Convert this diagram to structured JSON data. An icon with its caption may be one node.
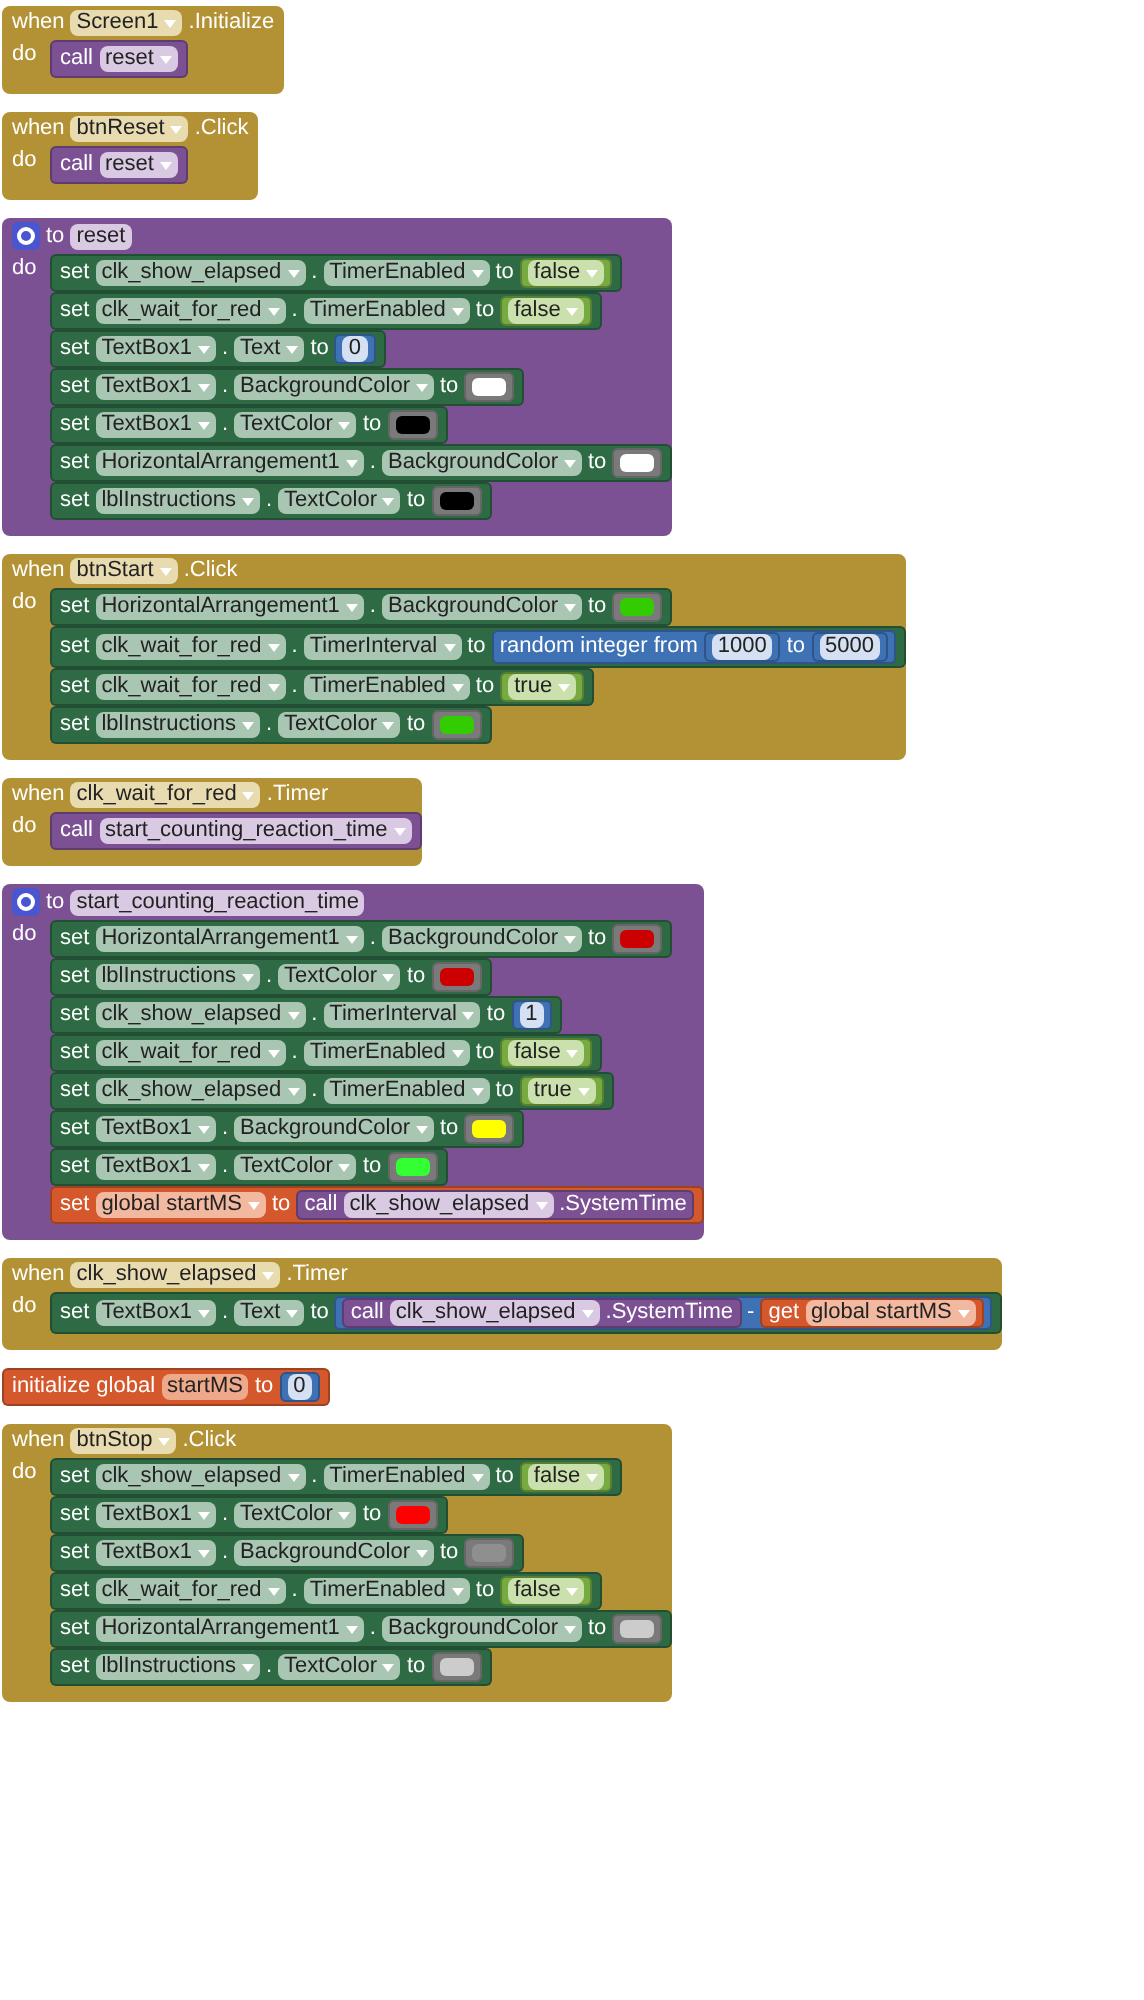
{
  "diagram": {
    "nodes": [
      {
        "text": [
          "when",
          "Screen1",
          ".Initialize",
          "do"
        ]
      },
      {
        "text": [
          "call",
          "reset"
        ],
        "in": 0
      },
      {
        "text": [
          "when",
          "btnReset",
          ".Click",
          "do"
        ]
      },
      {
        "text": [
          "call",
          "reset"
        ],
        "in": 2
      },
      {
        "text": [
          "to",
          "reset",
          "do"
        ]
      },
      {
        "text": [
          "set",
          "clk_show_elapsed",
          ".",
          "TimerEnabled",
          "to"
        ],
        "in": 4
      },
      {
        "text": [
          "false"
        ],
        "in": 5
      },
      {
        "text": [
          "set",
          "clk_wait_for_red",
          ".",
          "TimerEnabled",
          "to"
        ],
        "in": 4
      },
      {
        "text": [
          "false"
        ],
        "in": 7
      },
      {
        "text": [
          "set",
          "TextBox1",
          ".",
          "Text",
          "to"
        ],
        "in": 4
      },
      {
        "text": [
          "0"
        ],
        "in": 9
      },
      {
        "text": [
          "set",
          "TextBox1",
          ".",
          "BackgroundColor",
          "to"
        ],
        "in": 4
      },
      {
        "text": [],
        "shape": "box",
        "in": 11
      },
      {
        "text": [
          "set",
          "TextBox1",
          ".",
          "TextColor",
          "to"
        ],
        "in": 4
      },
      {
        "text": [],
        "shape": "box",
        "in": 13
      },
      {
        "text": [
          "set",
          "HorizontalArrangement1",
          ".",
          "BackgroundColor",
          "to"
        ],
        "in": 4
      },
      {
        "text": [],
        "shape": "box",
        "in": 15
      },
      {
        "text": [
          "set",
          "lblInstructions",
          ".",
          "TextColor",
          "to"
        ],
        "in": 4
      },
      {
        "text": [],
        "shape": "box",
        "in": 17
      },
      {
        "text": [
          "when",
          "btnStart",
          ".Click",
          "do"
        ]
      },
      {
        "text": [
          "set",
          "HorizontalArrangement1",
          ".",
          "BackgroundColor",
          "to"
        ],
        "in": 19
      },
      {
        "text": [],
        "shape": "box",
        "in": 20
      },
      {
        "text": [
          "set",
          "clk_wait_for_red",
          ".",
          "TimerInterval",
          "to"
        ],
        "in": 19
      },
      {
        "text": [
          "random integer from",
          "to"
        ],
        "in": 22
      },
      {
        "text": [
          "1000"
        ],
        "in": 23
      },
      {
        "text": [
          "5000"
        ],
        "in": 23
      },
      {
        "text": [
          "set",
          "clk_wait_for_red",
          ".",
          "TimerEnabled",
          "to"
        ],
        "in": 19
      },
      {
        "text": [
          "true"
        ],
        "in": 26
      },
      {
        "text": [
          "set",
          "lblInstructions",
          ".",
          "TextColor",
          "to"
        ],
        "in": 19
      },
      {
        "text": [],
        "shape": "box",
        "in": 28
      },
      {
        "text": [
          "when",
          "clk_wait_for_red",
          ".Timer",
          "do"
        ]
      },
      {
        "text": [
          "call",
          "start_counting_reaction_time"
        ],
        "in": 30
      },
      {
        "text": [
          "to",
          "start_counting_reaction_time",
          "do"
        ]
      },
      {
        "text": [
          "set",
          "HorizontalArrangement1",
          ".",
          "BackgroundColor",
          "to"
        ],
        "in": 32
      },
      {
        "text": [],
        "shape": "box",
        "in": 33
      },
      {
        "text": [
          "set",
          "lblInstructions",
          ".",
          "TextColor",
          "to"
        ],
        "in": 32
      },
      {
        "text": [],
        "shape": "box",
        "in": 35
      },
      {
        "text": [
          "set",
          "clk_show_elapsed",
          ".",
          "TimerInterval",
          "to"
        ],
        "in": 32
      },
      {
        "text": [
          "1"
        ],
        "in": 37
      },
      {
        "text": [
          "set",
          "clk_wait_for_red",
          ".",
          "TimerEnabled",
          "to"
        ],
        "in": 32
      },
      {
        "text": [
          "false"
        ],
        "in": 39
      },
      {
        "text": [
          "set",
          "clk_show_elapsed",
          ".",
          "TimerEnabled",
          "to"
        ],
        "in": 32
      },
      {
        "text": [
          "true"
        ],
        "in": 41
      },
      {
        "text": [
          "set",
          "TextBox1",
          ".",
          "BackgroundColor",
          "to"
        ],
        "in": 32
      },
      {
        "text": [],
        "shape": "box",
        "in": 43
      },
      {
        "text": [
          "set",
          "TextBox1",
          ".",
          "TextColor",
          "to"
        ],
        "in": 32
      },
      {
        "text": [],
        "shape": "box",
        "in": 45
      },
      {
        "text": [
          "set",
          "global startMS",
          "to"
        ],
        "in": 32
      },
      {
        "text": [
          "call",
          "clk_show_elapsed",
          ".SystemTime"
        ],
        "in": 47
      },
      {
        "text": [
          "when",
          "clk_show_elapsed",
          ".Timer",
          "do"
        ]
      },
      {
        "text": [
          "set",
          "TextBox1",
          ".",
          "Text",
          "to"
        ],
        "in": 49
      },
      {
        "text": [
          "-"
        ],
        "in": 50
      },
      {
        "text": [
          "call",
          "clk_show_elapsed",
          ".SystemTime"
        ],
        "in": 51
      },
      {
        "text": [
          "get",
          "global startMS"
        ],
        "in": 51
      },
      {
        "text": [
          "initialize global",
          "startMS",
          "to"
        ]
      },
      {
        "text": [
          "0"
        ],
        "in": 54
      },
      {
        "text": [
          "when",
          "btnStop",
          ".Click",
          "do"
        ]
      },
      {
        "text": [
          "set",
          "clk_show_elapsed",
          ".",
          "TimerEnabled",
          "to"
        ],
        "in": 56
      },
      {
        "text": [
          "false"
        ],
        "in": 57
      },
      {
        "text": [
          "set",
          "TextBox1",
          ".",
          "TextColor",
          "to"
        ],
        "in": 56
      },
      {
        "text": [],
        "shape": "box",
        "in": 59
      },
      {
        "text": [
          "set",
          "TextBox1",
          ".",
          "BackgroundColor",
          "to"
        ],
        "in": 56
      },
      {
        "text": [],
        "shape": "box",
        "in": 61
      },
      {
        "text": [
          "set",
          "clk_wait_for_red",
          ".",
          "TimerEnabled",
          "to"
        ],
        "in": 56
      },
      {
        "text": [
          "false"
        ],
        "in": 63
      },
      {
        "text": [
          "set",
          "HorizontalArrangement1",
          ".",
          "BackgroundColor",
          "to"
        ],
        "in": 56
      },
      {
        "text": [],
        "shape": "box",
        "in": 65
      },
      {
        "text": [
          "set",
          "lblInstructions",
          ".",
          "TextColor",
          "to"
        ],
        "in": 56
      },
      {
        "text": [],
        "shape": "box",
        "in": 67
      }
    ]
  }
}
